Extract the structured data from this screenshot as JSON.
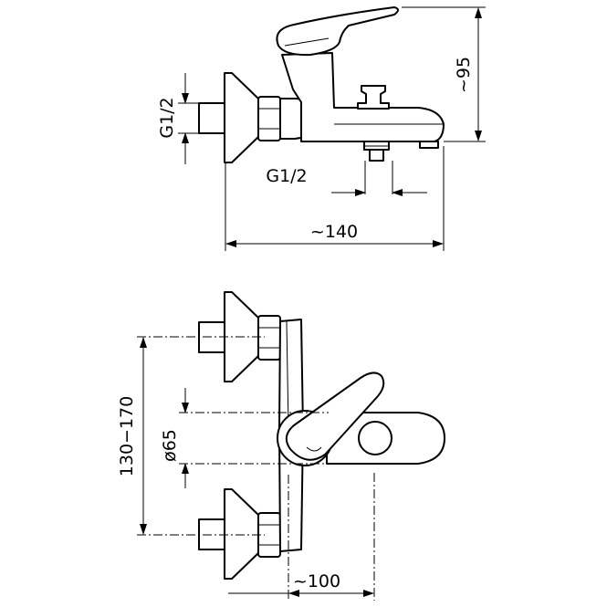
{
  "dimensions": {
    "connection_thread_side": "G1/2",
    "connection_thread_bottom": "G1/2",
    "height": "~95",
    "width_side": "~140",
    "spacing_range": "130−170",
    "rosette_diameter": "ø65",
    "width_top": "~100"
  }
}
